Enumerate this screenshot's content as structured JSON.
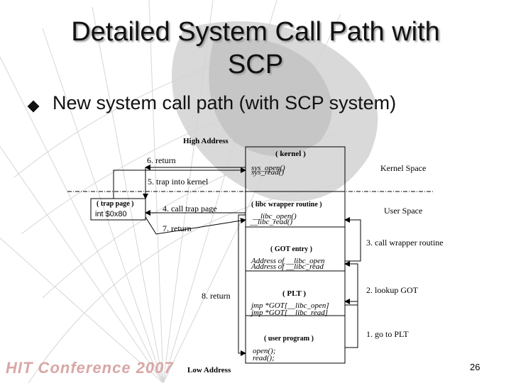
{
  "slide": {
    "title": "Detailed System Call Path with SCP",
    "subtitle": "New system call path (with SCP system)",
    "page_number": "26",
    "footer_logo": "HIT Conference 2007"
  },
  "diagram": {
    "high_address": "High Address",
    "low_address": "Low Address",
    "kernel_space": "Kernel Space",
    "user_space": "User Space",
    "kernel_box": {
      "title": "( kernel )",
      "lines": [
        "sys_open()",
        "sys_read()"
      ]
    },
    "trap_box": {
      "title": "( trap page )",
      "line": "int $0x80"
    },
    "libc_box": {
      "title": "( libc wrapper routine )",
      "lines": [
        "__libc_open()",
        "__libc_read()"
      ]
    },
    "got_box": {
      "title": "( GOT entry )",
      "lines": [
        "Address of __libc_open",
        "Address of __libc_read"
      ]
    },
    "plt_box": {
      "title": "( PLT )",
      "lines": [
        "jmp *GOT[__libc_open]",
        "jmp *GOT[__libc_read]"
      ]
    },
    "user_box": {
      "title": "( user program )",
      "lines": [
        "open();",
        "read();"
      ]
    },
    "steps": {
      "s1": "1. go to PLT",
      "s2": "2. lookup GOT",
      "s3": "3. call wrapper routine",
      "s4": "4. call trap page",
      "s5": "5. trap into kernel",
      "s6": "6. return",
      "s7": "7. return",
      "s8": "8. return"
    }
  }
}
